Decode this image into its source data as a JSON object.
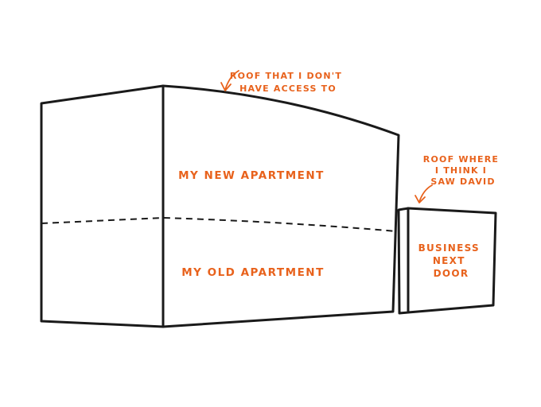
{
  "theme": {
    "ink": "#1a1a1a",
    "accent": "#e8621c",
    "background": "#ffffff"
  },
  "labels": {
    "roof_no_access": [
      "ROOF THAT I DON'T",
      "HAVE ACCESS TO"
    ],
    "new_apartment": "MY NEW APARTMENT",
    "old_apartment": "MY OLD APARTMENT",
    "roof_saw_david": [
      "ROOF WHERE",
      "I THINK I",
      "SAW DAVID"
    ],
    "business": [
      "BUSINESS",
      "NEXT",
      "DOOR"
    ]
  },
  "icons": {
    "roof_arrow": "curved-arrow-icon",
    "business_roof_arrow": "curved-arrow-icon"
  }
}
